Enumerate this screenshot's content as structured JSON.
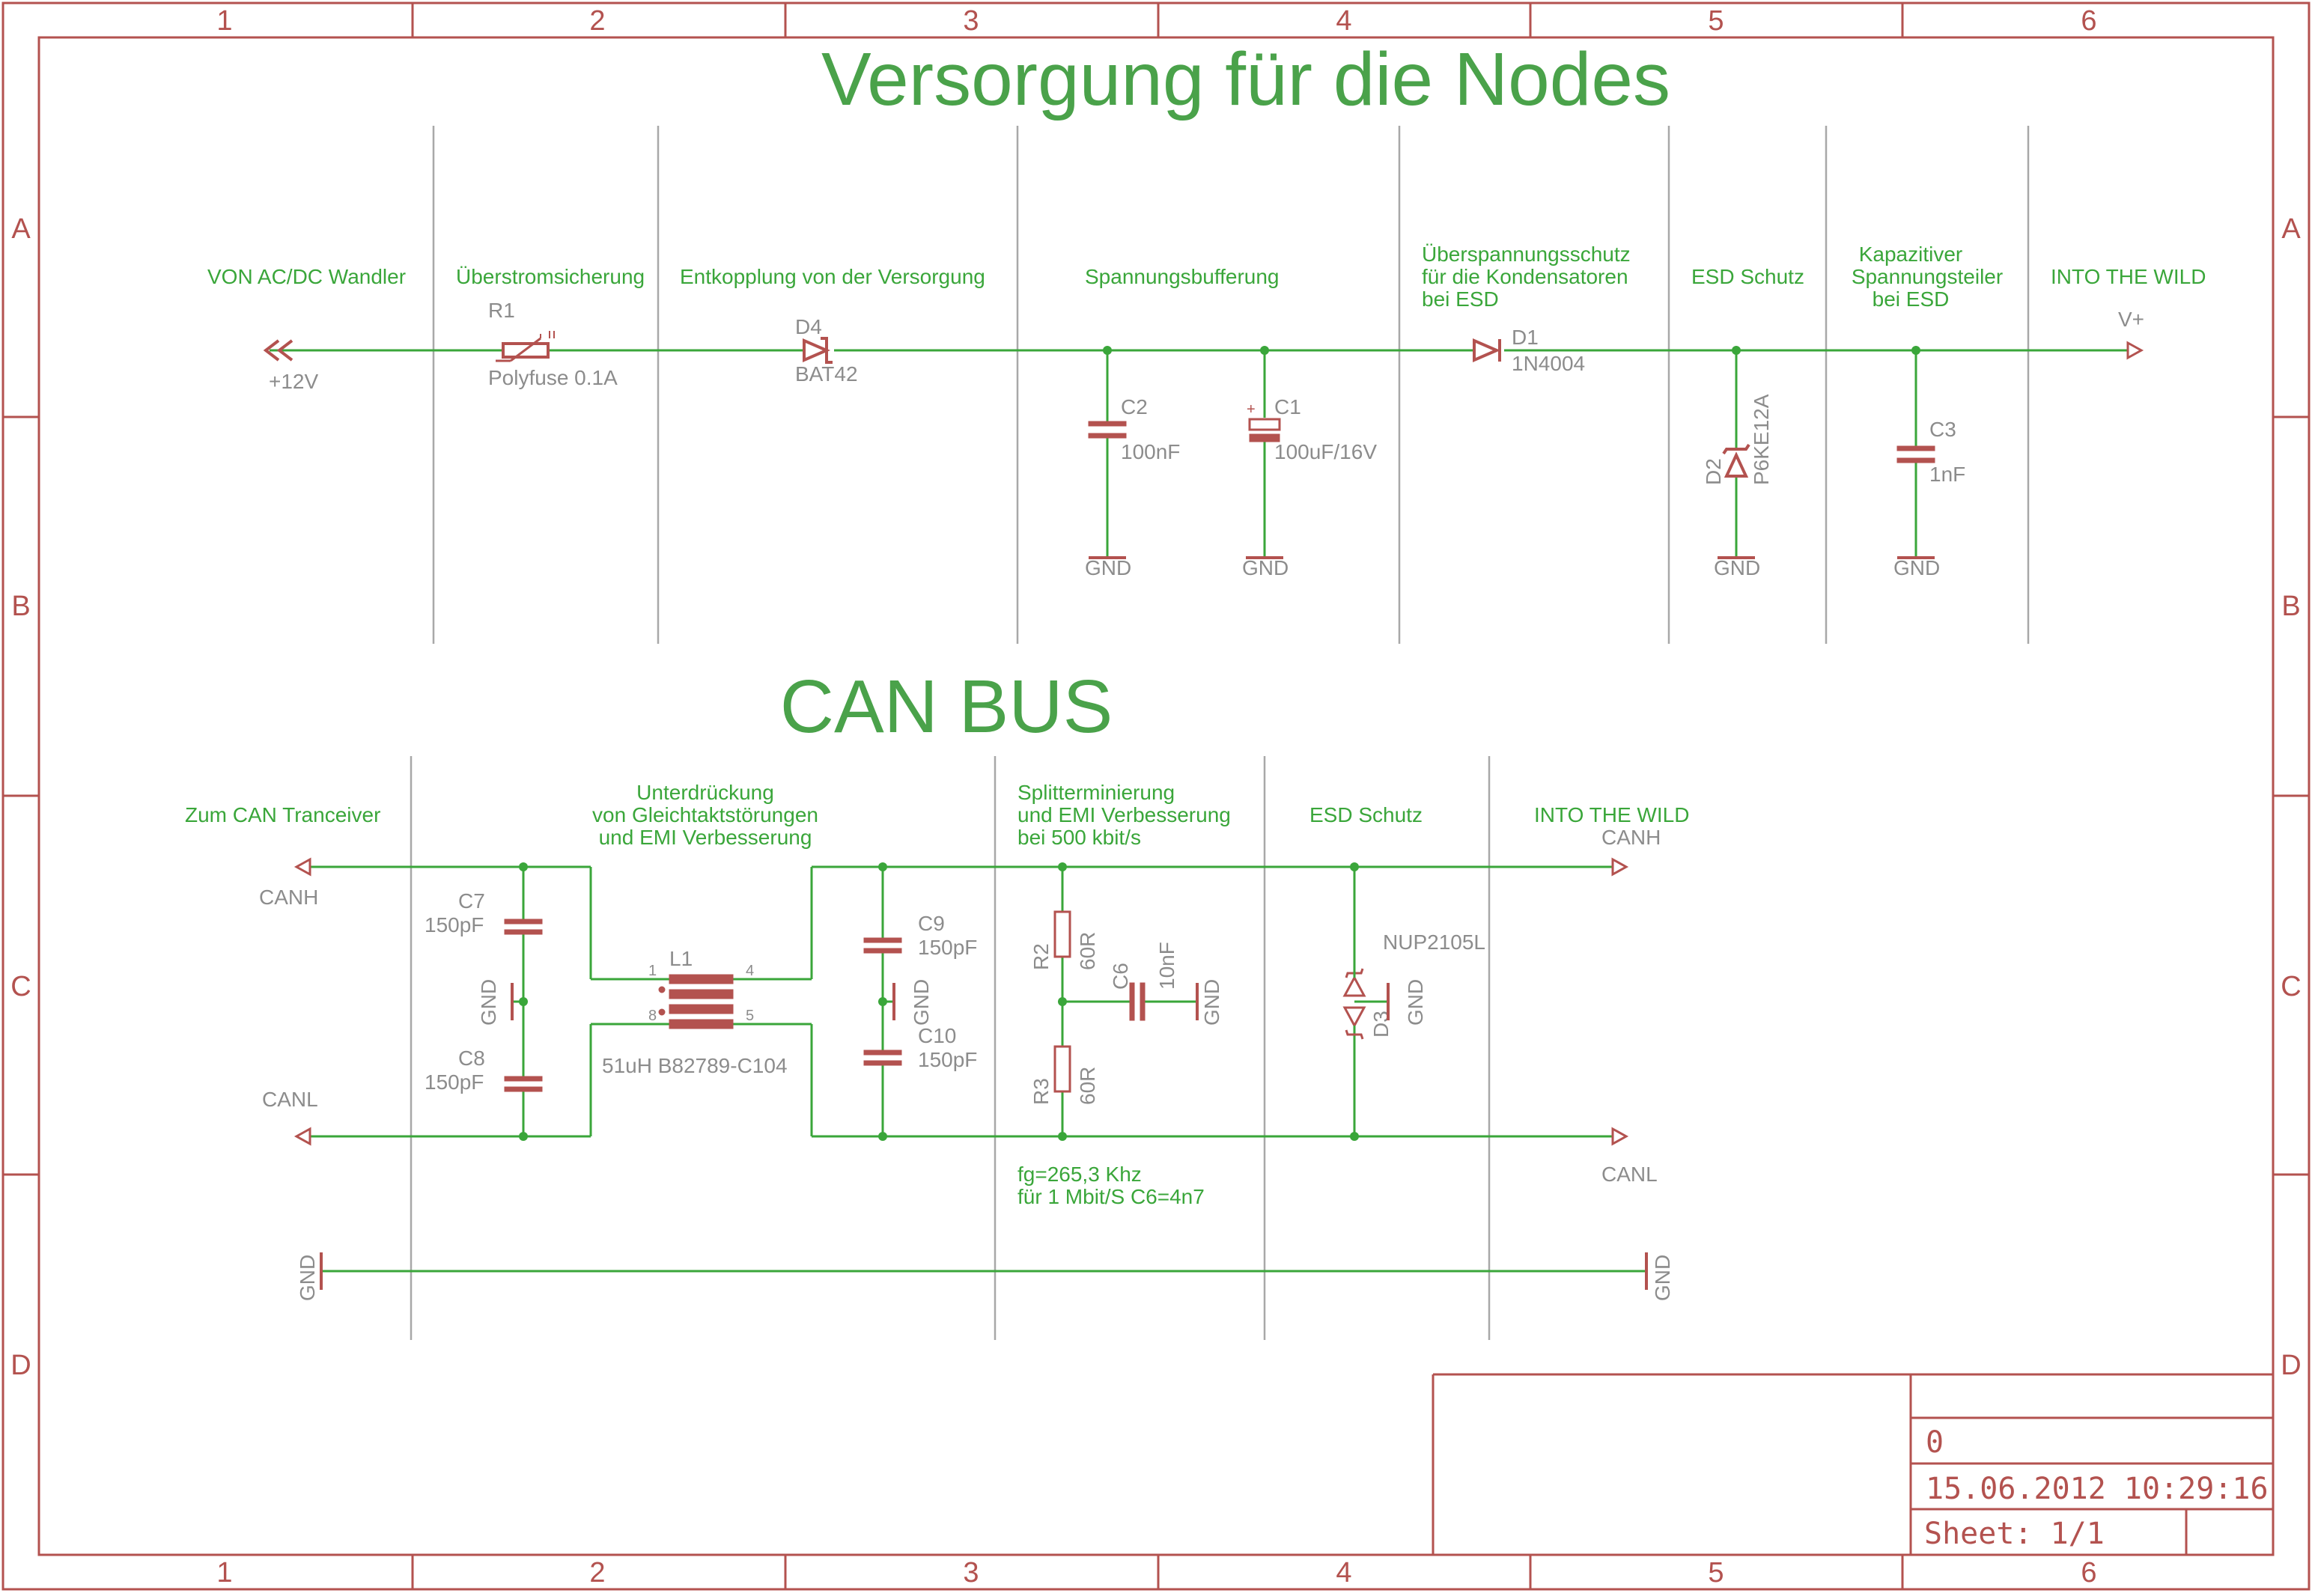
{
  "colors": {
    "frame": "#b3524f",
    "wire": "#3aa63a",
    "text_label": "#8c8c8c",
    "text_note": "#3aa63a",
    "title": "#4aa24a",
    "divider": "#a8a8a8"
  },
  "frame": {
    "columns": [
      "1",
      "2",
      "3",
      "4",
      "5",
      "6"
    ],
    "rows": [
      "A",
      "B",
      "C",
      "D"
    ]
  },
  "supply": {
    "title": "Versorgung für die Nodes",
    "sections": {
      "from_acdc": "VON AC/DC Wandler",
      "overcurrent": "Überstromsicherung",
      "decoupling": "Entkopplung von der Versorgung",
      "buffering": "Spannungsbufferung",
      "overvoltage_1": "Überspannungsschutz",
      "overvoltage_2": "für die Kondensatoren",
      "overvoltage_3": "bei ESD",
      "esd": "ESD Schutz",
      "capdiv_1": "Kapazitiver",
      "capdiv_2": "Spannungsteiler",
      "capdiv_3": "bei ESD",
      "out": "INTO THE WILD"
    },
    "nets": {
      "in": "+12V",
      "out": "V+",
      "gnd": "GND"
    },
    "parts": {
      "r1_name": "R1",
      "r1_value": "Polyfuse 0.1A",
      "d4_name": "D4",
      "d4_value": "BAT42",
      "c2_name": "C2",
      "c2_value": "100nF",
      "c1_name": "C1",
      "c1_value": "100uF/16V",
      "d1_name": "D1",
      "d1_value": "1N4004",
      "d2_name": "D2",
      "d2_value": "P6KE12A",
      "c3_name": "C3",
      "c3_value": "1nF"
    }
  },
  "can": {
    "title": "CAN BUS",
    "sections": {
      "transceiver": "Zum CAN Tranceiver",
      "suppress_1": "Unterdrückung",
      "suppress_2": "von Gleichtaktstörungen",
      "suppress_3": "und EMI Verbesserung",
      "split_1": "Splitterminierung",
      "split_2": "und EMI Verbesserung",
      "split_3": "bei 500 kbit/s",
      "esd": "ESD Schutz",
      "out": "INTO THE WILD",
      "note_1": "fg=265,3 Khz",
      "note_2": "für 1 Mbit/S C6=4n7"
    },
    "nets": {
      "canh": "CANH",
      "canl": "CANL",
      "gnd": "GND"
    },
    "parts": {
      "c7_name": "C7",
      "c7_value": "150pF",
      "c8_name": "C8",
      "c8_value": "150pF",
      "l1_name": "L1",
      "l1_value": "51uH B82789-C104",
      "l1_pin1": "1",
      "l1_pin4": "4",
      "l1_pin8": "8",
      "l1_pin5": "5",
      "c9_name": "C9",
      "c9_value": "150pF",
      "c10_name": "C10",
      "c10_value": "150pF",
      "r2_name": "R2",
      "r2_value": "60R",
      "r3_name": "R3",
      "r3_value": "60R",
      "c6_name": "C6",
      "c6_value": "10nF",
      "d3_name": "D3",
      "d3_value": "NUP2105L"
    }
  },
  "titleblock": {
    "number": "0",
    "datetime": "15.06.2012 10:29:16",
    "sheet": "Sheet: 1/1"
  }
}
